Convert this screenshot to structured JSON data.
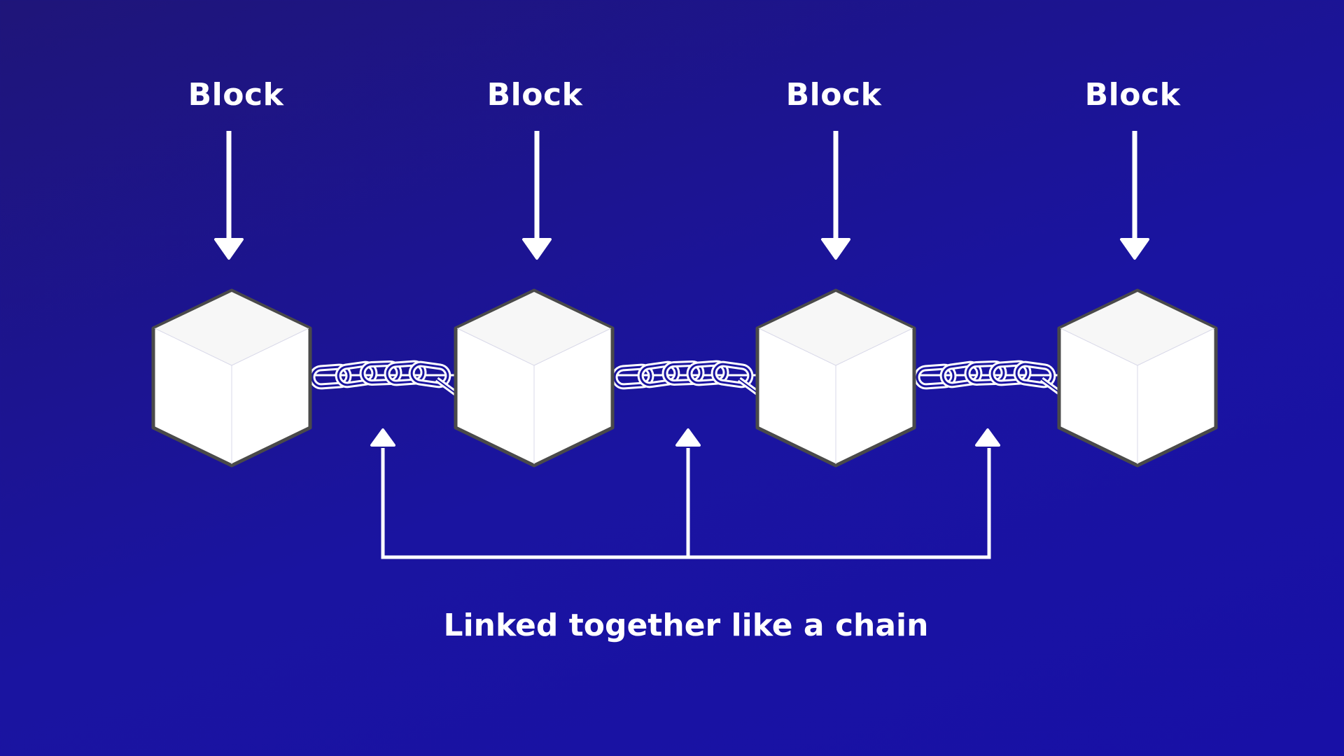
{
  "blocks": [
    {
      "label": "Block"
    },
    {
      "label": "Block"
    },
    {
      "label": "Block"
    },
    {
      "label": "Block"
    }
  ],
  "caption": "Linked together like a chain",
  "colors": {
    "background_top": "#1f1579",
    "background_bottom": "#1810a6",
    "foreground": "#ffffff",
    "cube_outline": "#4a4a4a",
    "cube_top": "#f7f7f7"
  },
  "icons": [
    "down-arrow-icon",
    "cube-icon",
    "chain-link-icon",
    "up-arrow-icon"
  ]
}
